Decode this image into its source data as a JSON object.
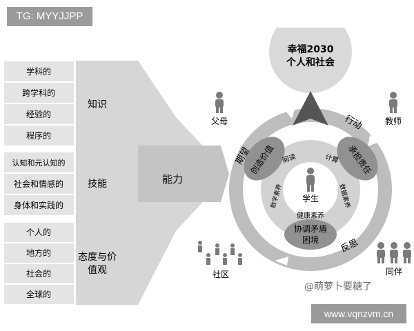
{
  "watermark_top": "TG: MYYJJPP",
  "watermark_bottom": "www.vqnzvm.cn",
  "watermark_author": "@萌萝卜要糖了",
  "groups": [
    {
      "category": "知识",
      "items": [
        "学科的",
        "跨学科的",
        "经验的",
        "程序的"
      ]
    },
    {
      "category": "技能",
      "items": [
        "认知和元认知的",
        "社会和情感的",
        "身体和实践的"
      ]
    },
    {
      "category": [
        "态度与价",
        "值观"
      ],
      "items": [
        "个人的",
        "地方的",
        "社会的",
        "全球的"
      ]
    }
  ],
  "arrow_label": "能力",
  "goal": {
    "line1": "幸福2030",
    "line2": "个人和社会"
  },
  "cycle": {
    "left": "期望",
    "right": "行动",
    "bottom": "反思"
  },
  "competencies": [
    "创造价值",
    "承担责任",
    "协调矛盾",
    "困境"
  ],
  "foundations": [
    "阅读",
    "计算",
    "数字素养",
    "数据素养",
    "健康素养"
  ],
  "center_label": "学生",
  "people": {
    "parents": "父母",
    "teachers": "教师",
    "community": "社区",
    "peers": "同伴"
  },
  "colors": {
    "gray_band": "#cfcfcf",
    "box_fill": "#dedede",
    "ring": "#b8b8b8",
    "petal": "#8e8e8e",
    "person": "#7a7a7a"
  }
}
